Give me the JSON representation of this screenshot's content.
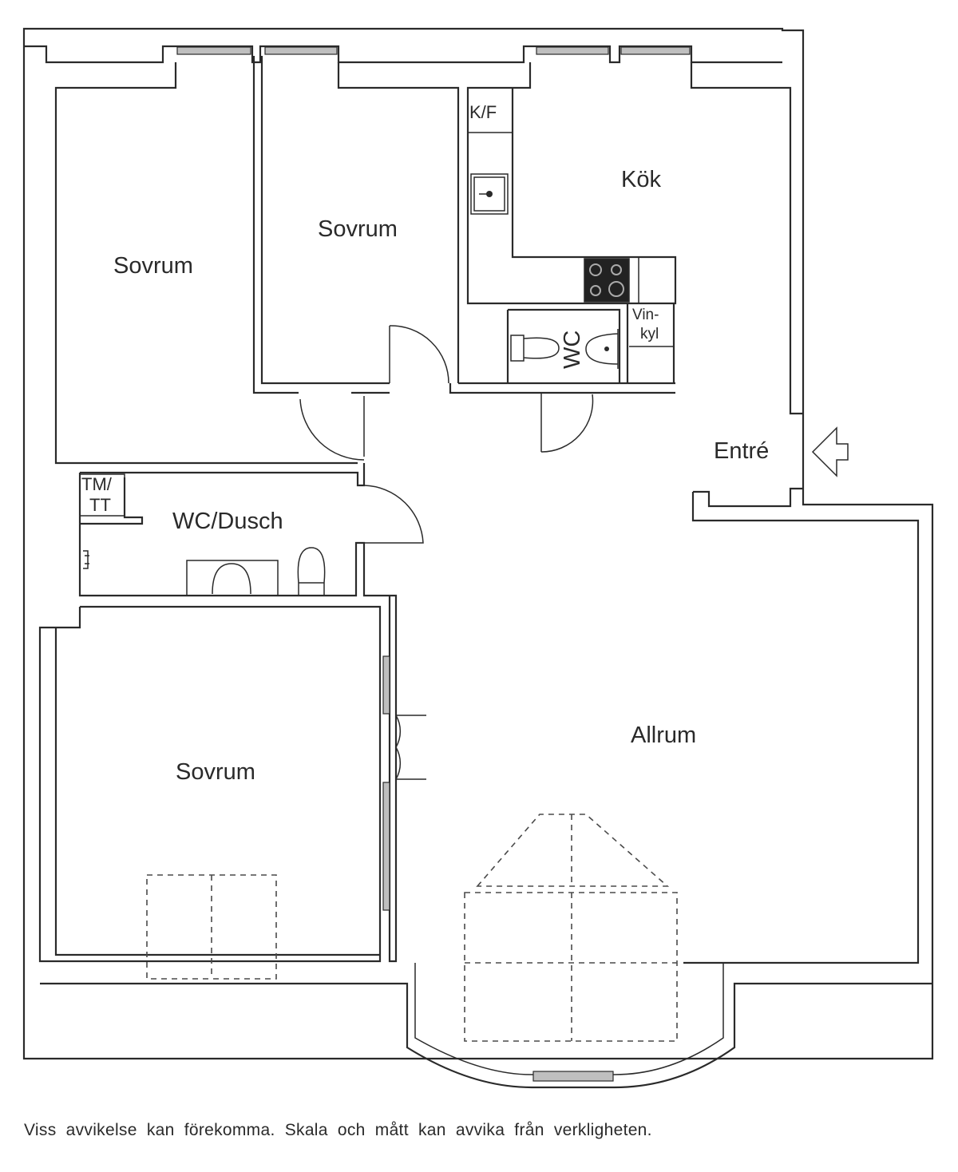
{
  "rooms": {
    "sovrum_top_left": "Sovrum",
    "sovrum_top_mid": "Sovrum",
    "kitchen": "Kök",
    "kf": "K/F",
    "wc_small": "WC",
    "vinkyl_1": "Vin-",
    "vinkyl_2": "kyl",
    "entre": "Entré",
    "tmtt_1": "TM/",
    "tmtt_2": "TT",
    "wc_dusch": "WC/Dusch",
    "sovrum_bottom": "Sovrum",
    "allrum": "Allrum"
  },
  "disclaimer": "Viss avvikelse kan förekomma. Skala och mått kan avvika från verkligheten.",
  "colors": {
    "line": "#2a2a2a",
    "window_fill": "#bfbfbf",
    "stove": "#222222"
  }
}
